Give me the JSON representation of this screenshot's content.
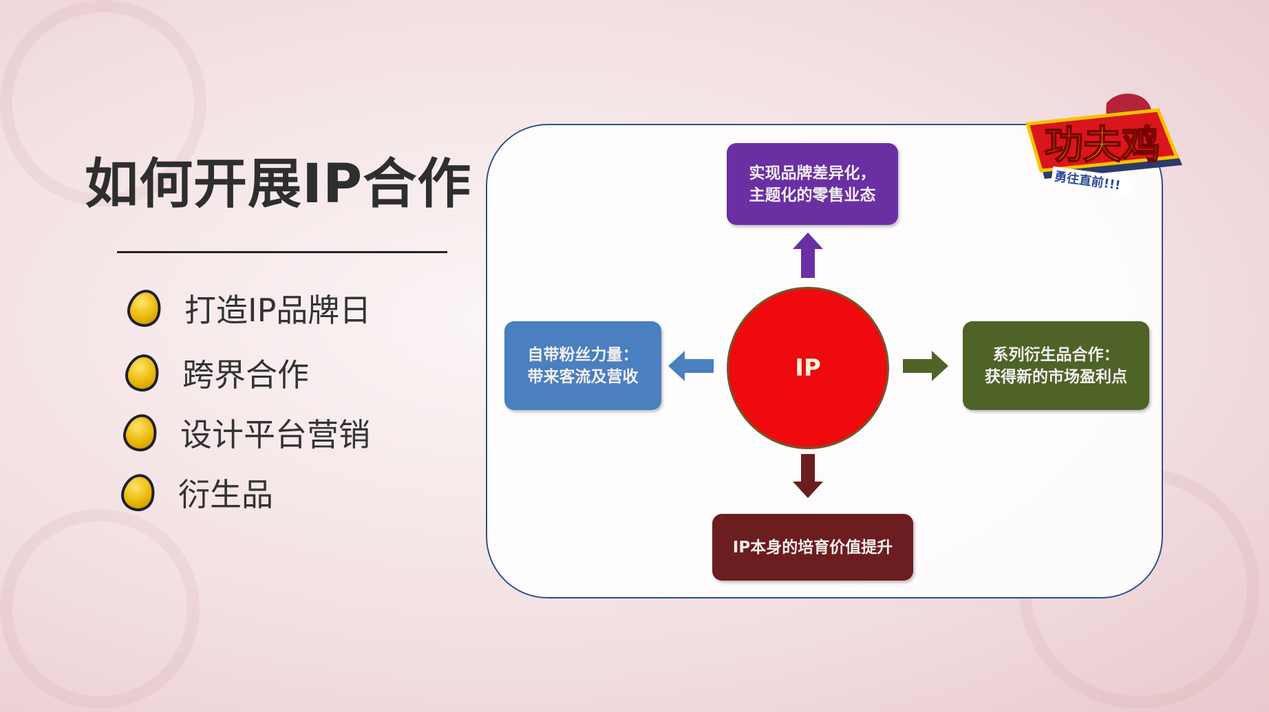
{
  "title": "如何开展IP合作",
  "bullets": [
    "打造IP品牌日",
    "跨界合作",
    "设计平台营销",
    "衍生品"
  ],
  "diagram": {
    "center": "IP",
    "top": {
      "line1": "实现品牌差异化，",
      "line2": "主题化的零售业态",
      "color": "#6a2fa3"
    },
    "left": {
      "line1": "自带粉丝力量：",
      "line2": "带来客流及营收",
      "color": "#4a7fc0"
    },
    "right": {
      "line1": "系列衍生品合作：",
      "line2": "获得新的市场盈利点",
      "color": "#4f6228"
    },
    "bottom": {
      "line1": "IP本身的培育价值提升",
      "color": "#6b1d1f"
    }
  },
  "logo": {
    "name": "功夫鸡",
    "tagline": "勇往直前!!!"
  }
}
